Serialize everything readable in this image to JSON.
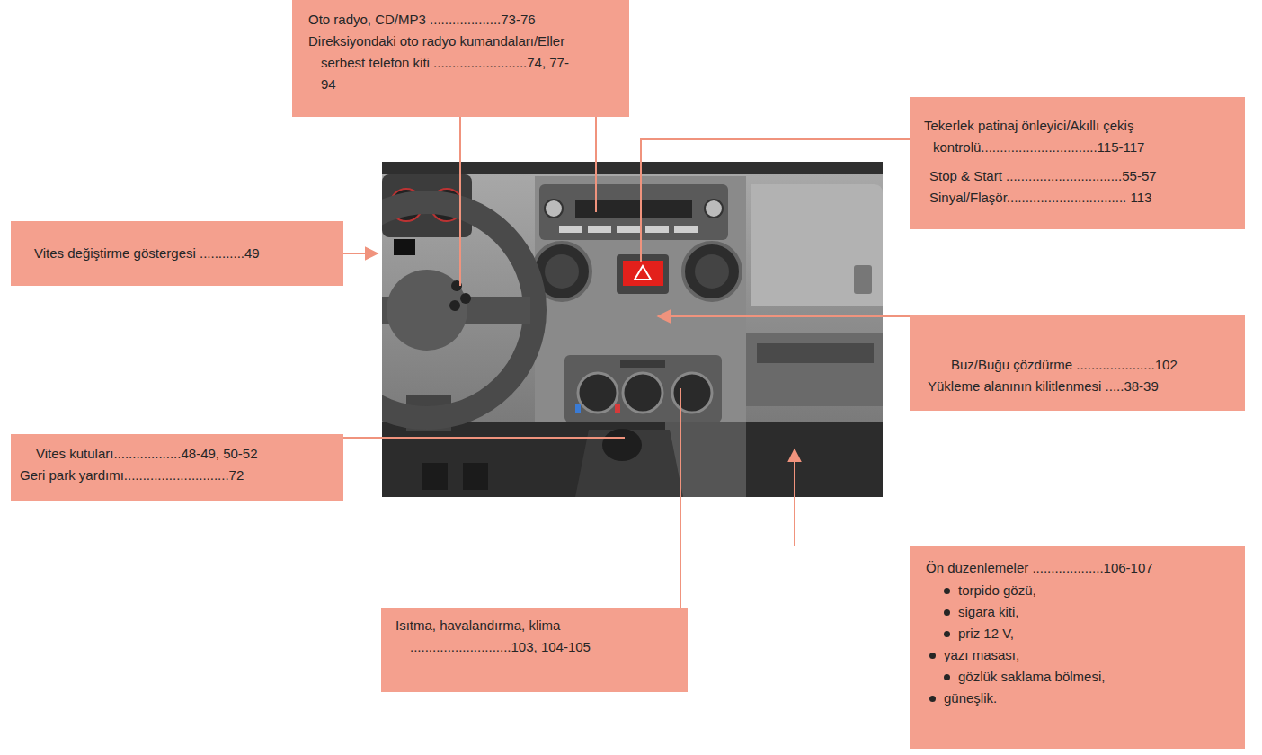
{
  "diagram": {
    "nodes": [
      {
        "text": [
          "Oto radyo, CD/MP3 ...................73-76",
          "Direksiyondaki oto radyo kumandaları/Eller serbest telefon kiti .........................74, 77-94"
        ]
      },
      {
        "text": [
          "Tekerlek patinaj önleyici/Akıllı çekiş kontrolü...............................115-117",
          "Stop & Start ...............................55-57",
          "Sinyal/Flaşör................................ 113"
        ]
      },
      {
        "text": [
          "Vites değiştirme göstergesi ............49"
        ]
      },
      {
        "text": [
          "Buz/Buğu çözdürme .....................102",
          "Yükleme alanının kilitlenmesi .....38-39"
        ]
      },
      {
        "text": [
          "Vites kutuları..................48-49, 50-52",
          "Geri park yardımı............................72"
        ]
      },
      {
        "text": [
          "Ön düzenlemeler ...................106-107",
          "torpido gözü,",
          "sigara kiti,",
          "priz 12 V,",
          "yazı masası,",
          "gözlük saklama bölmesi,",
          "güneşlik."
        ]
      },
      {
        "text": [
          "Isıtma, havalandırma, klima ...........................103, 104-105"
        ]
      }
    ]
  }
}
